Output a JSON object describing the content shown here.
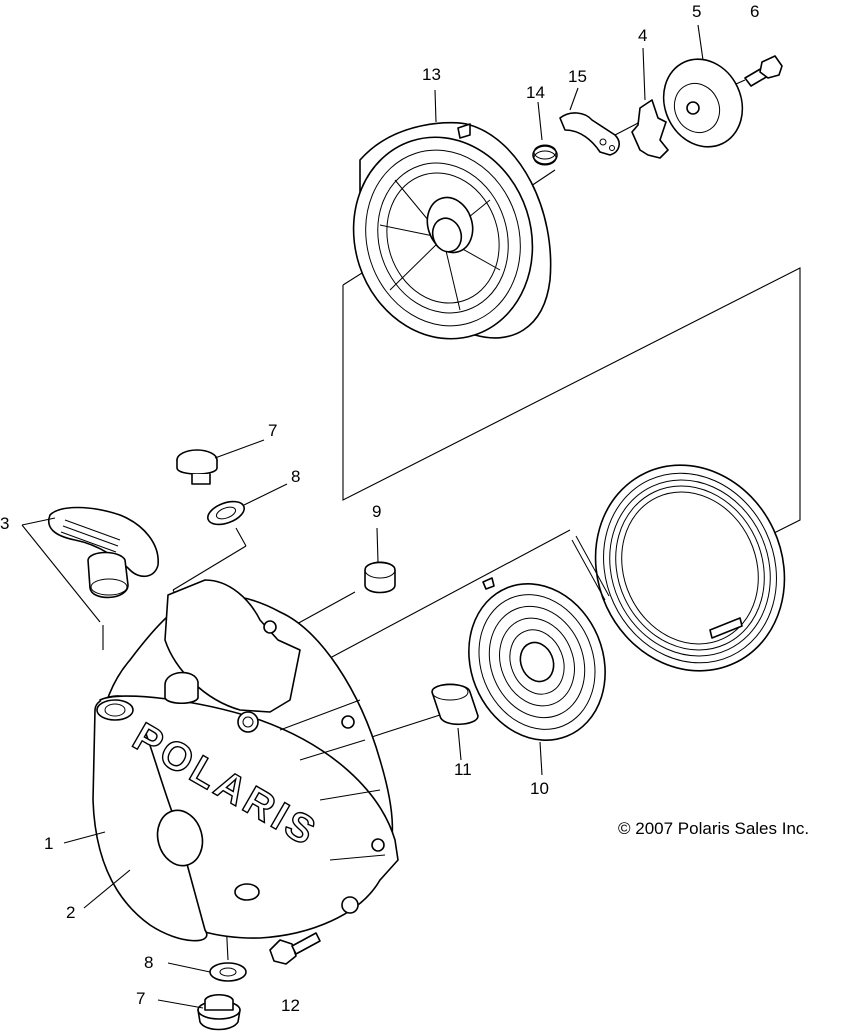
{
  "diagram": {
    "callouts": [
      {
        "id": "c1",
        "label": "1"
      },
      {
        "id": "c2",
        "label": "2"
      },
      {
        "id": "c3",
        "label": "3"
      },
      {
        "id": "c4",
        "label": "4"
      },
      {
        "id": "c5",
        "label": "5"
      },
      {
        "id": "c6",
        "label": "6"
      },
      {
        "id": "c7a",
        "label": "7"
      },
      {
        "id": "c7b",
        "label": "7"
      },
      {
        "id": "c8a",
        "label": "8"
      },
      {
        "id": "c8b",
        "label": "8"
      },
      {
        "id": "c9",
        "label": "9"
      },
      {
        "id": "c10",
        "label": "10"
      },
      {
        "id": "c11",
        "label": "11"
      },
      {
        "id": "c12",
        "label": "12"
      },
      {
        "id": "c13",
        "label": "13"
      },
      {
        "id": "c14",
        "label": "14"
      },
      {
        "id": "c15",
        "label": "15"
      }
    ],
    "logo_text": "POLARIS",
    "copyright": "© 2007 Polaris Sales Inc."
  }
}
